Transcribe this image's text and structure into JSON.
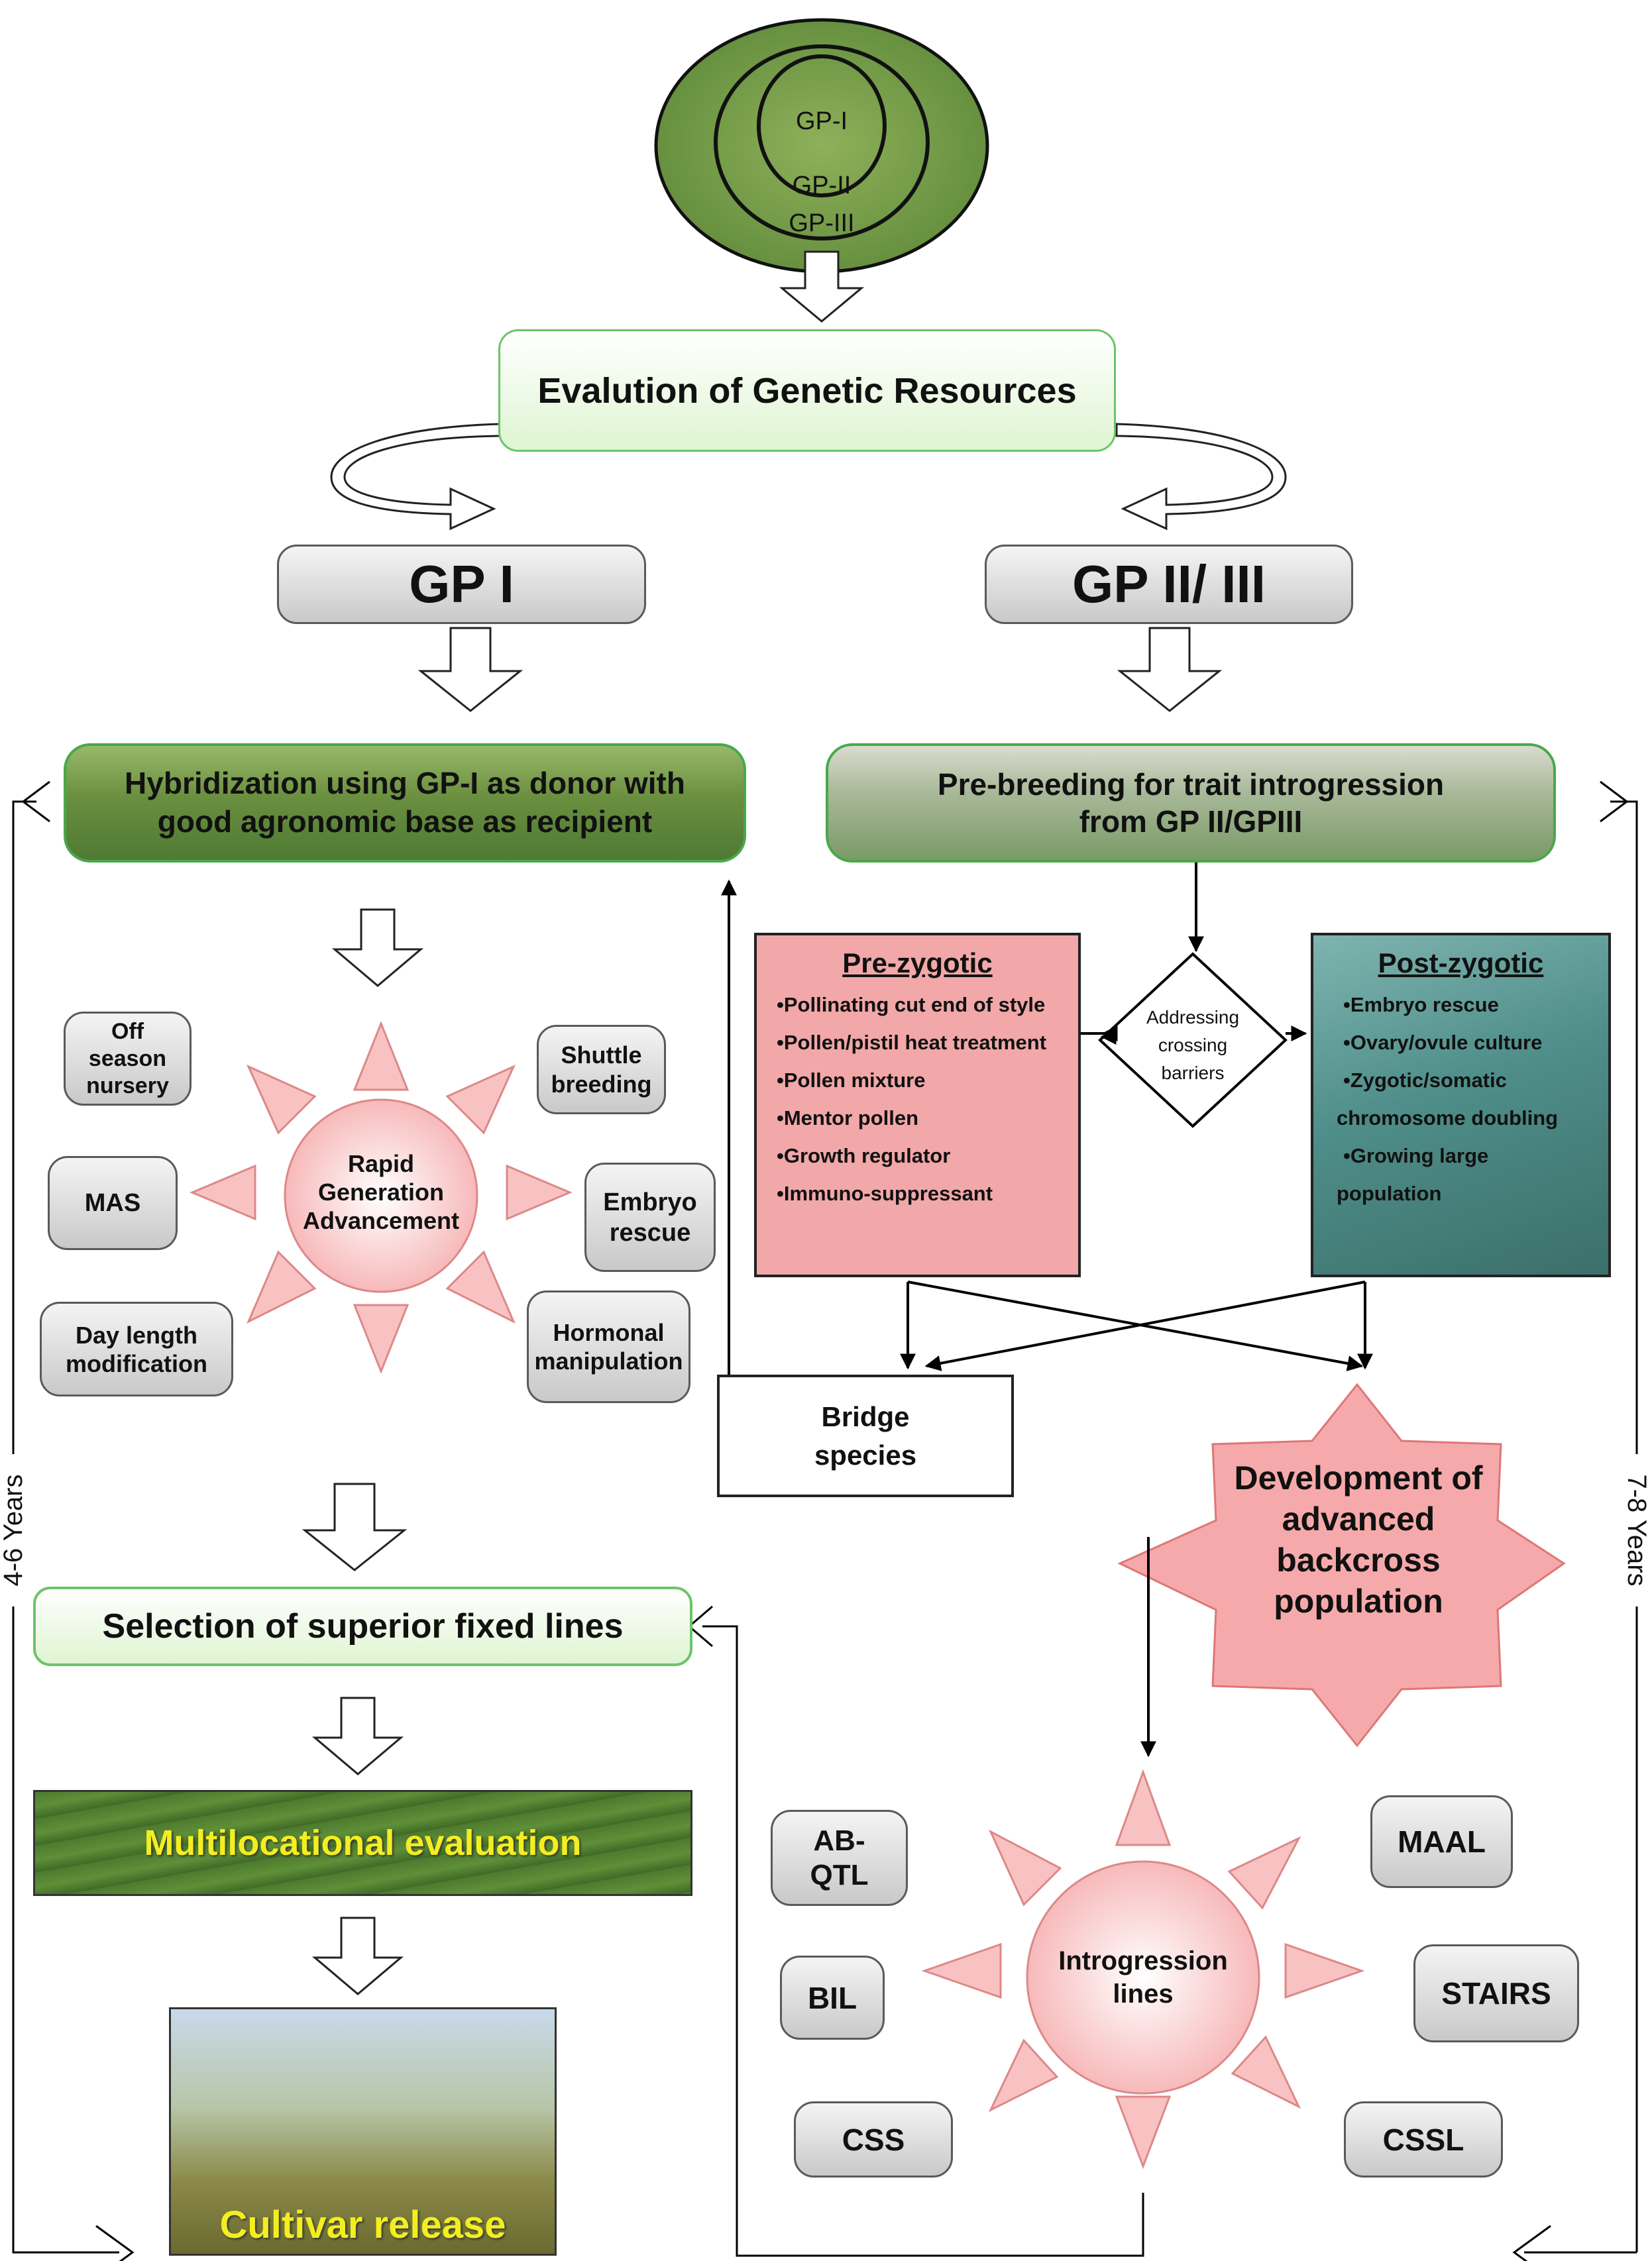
{
  "germplasm_pool": {
    "inner": "GP-I",
    "middle": "GP-II",
    "outer": "GP-III"
  },
  "evaluation_box": "Evalution of Genetic Resources",
  "gp1_box": "GP I",
  "gp23_box": "GP II/ III",
  "hybridization_box": {
    "line1": "Hybridization using GP-I as donor with",
    "line2": "good agronomic base as recipient"
  },
  "prebreeding_box": {
    "line1": "Pre-breeding for trait introgression",
    "line2": "from GP II/GPIII"
  },
  "rapid_generation": {
    "center_label": [
      "Rapid",
      "Generation",
      "Advancement"
    ],
    "satellites": {
      "off_season": [
        "Off",
        "season",
        "nursery"
      ],
      "shuttle": [
        "Shuttle",
        "breeding"
      ],
      "mas": "MAS",
      "embryo": [
        "Embryo",
        "rescue"
      ],
      "day_length": [
        "Day length",
        "modification"
      ],
      "hormonal": [
        "Hormonal",
        "manipulation"
      ]
    }
  },
  "pre_zygotic": {
    "title": "Pre-zygotic",
    "items": [
      "Pollinating cut end of style",
      "Pollen/pistil heat treatment",
      "Pollen mixture",
      "Mentor pollen",
      "Growth regulator",
      "Immuno-suppressant"
    ]
  },
  "crossing_barriers": [
    "Addressing",
    "crossing",
    "barriers"
  ],
  "post_zygotic": {
    "title": "Post-zygotic",
    "items": [
      "Embryo rescue",
      "Ovary/ovule culture",
      "Zygotic/somatic",
      "chromosome doubling",
      "Growing large",
      "population"
    ]
  },
  "bridge_species": [
    "Bridge",
    "species"
  ],
  "backcross_population": [
    "Development of",
    "advanced",
    "backcross",
    "population"
  ],
  "selection_box": "Selection of superior fixed lines",
  "multilocational": "Multilocational evaluation",
  "cultivar_release": "Cultivar release",
  "introgression": {
    "center_label": [
      "Introgression",
      "lines"
    ],
    "satellites": {
      "abqtl": [
        "AB-",
        "QTL"
      ],
      "maal": "MAAL",
      "bil": "BIL",
      "stairs": "STAIRS",
      "css": "CSS",
      "cssl": "CSSL"
    }
  },
  "timeline_left": "4-6 Years",
  "timeline_right": "7-8 Years",
  "colors": {
    "green_border": "#6cc46a",
    "pink_fill": "#f2a7a8",
    "sun_fill": "#fbd3d3",
    "teal_box": "#4f8e8a",
    "yellow_text": "#f3ee20"
  }
}
